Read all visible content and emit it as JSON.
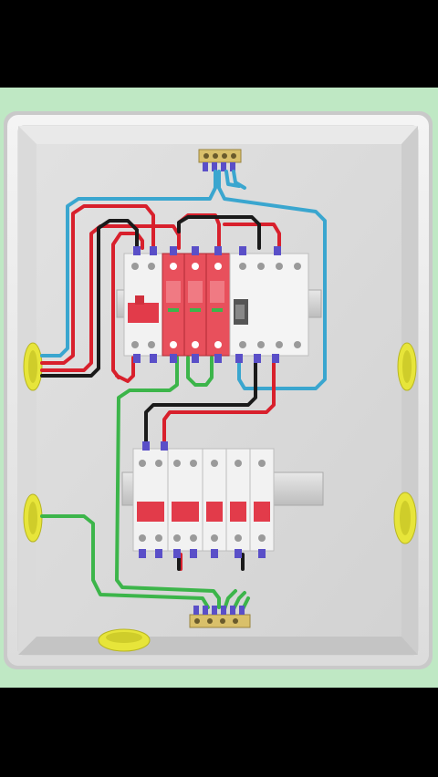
{
  "scene": {
    "description_colors": {
      "background_frame": "#000000",
      "mint_backdrop": "#bfe8c4",
      "enclosure": "#ececec",
      "breaker_body": "#f2f2f2",
      "breaker_accent": "#e23b4a",
      "wire_red": "#d8202c",
      "wire_blue": "#3aa6cf",
      "wire_black": "#1a1a1a",
      "wire_green": "#3cb54a",
      "terminal_cap": "#5a4fc8",
      "gland_yellow": "#e7e53a"
    },
    "icons": [
      "electrical-distribution-box",
      "main-breaker",
      "surge-protector",
      "rcd-switch",
      "branch-breakers",
      "neutral-busbar",
      "ground-busbar",
      "cable-gland"
    ]
  }
}
